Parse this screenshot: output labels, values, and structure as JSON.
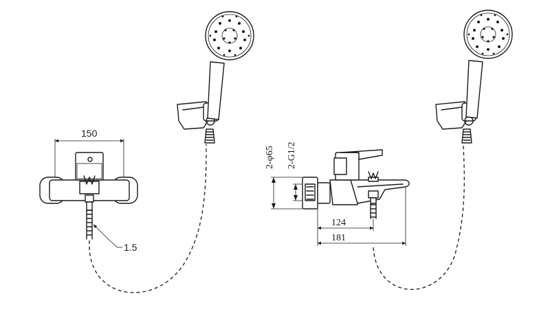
{
  "dimensions": {
    "left_width": "150",
    "hose_gauge": "1.5",
    "wall_fitting_dia": "2-φ65",
    "thread_size": "2-G1/2",
    "centre_to_outlet": "124",
    "total_depth": "181"
  }
}
